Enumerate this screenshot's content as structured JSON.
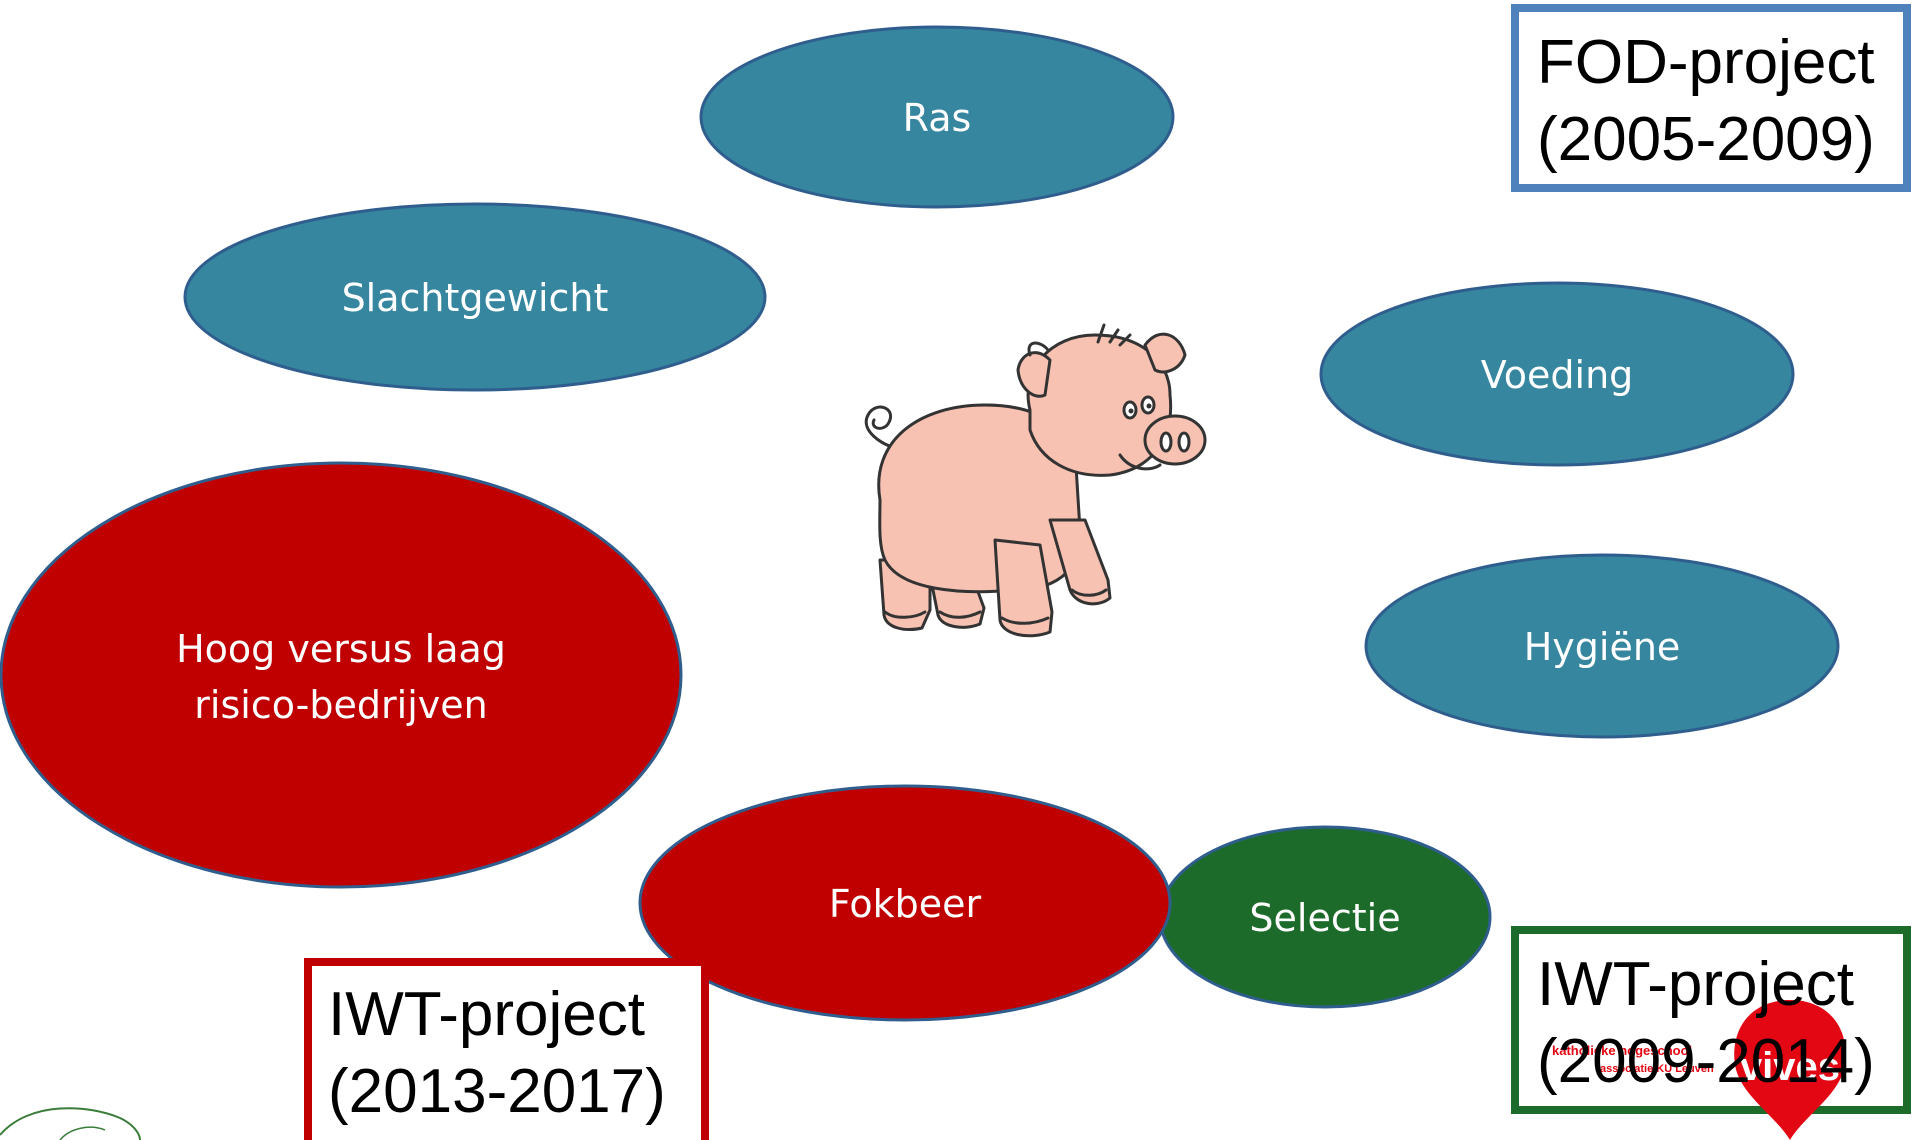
{
  "nodes": {
    "ras": "Ras",
    "slachtgewicht": "Slachtgewicht",
    "voeding": "Voeding",
    "hygiene": "Hygiëne",
    "hoog_laag": [
      "Hoog versus laag",
      "risico-bedrijven"
    ],
    "fokbeer": "Fokbeer",
    "selectie": "Selectie"
  },
  "projects": {
    "fod": [
      "FOD-project",
      "(2005-2009)"
    ],
    "iwt_red": [
      "IWT-project",
      "(2013-2017)"
    ],
    "iwt_green": [
      "IWT-project",
      "(2009-2014)"
    ]
  },
  "logo": {
    "line1": "katholieke hogeschool",
    "line2": "associatie KU Leuven",
    "brand": "vives"
  },
  "colors": {
    "teal": "#35869E",
    "teal_stroke": "#2F5E8E",
    "red": "#C00000",
    "green": "#1D6B2A",
    "fod_border": "#4F81BD",
    "iwt_red_border": "#C00000",
    "iwt_green_border": "#1D6B2A",
    "pig": "#F8C2B3"
  },
  "icons": {
    "pig": "pig-illustration",
    "leaf": "leaf-logo"
  }
}
